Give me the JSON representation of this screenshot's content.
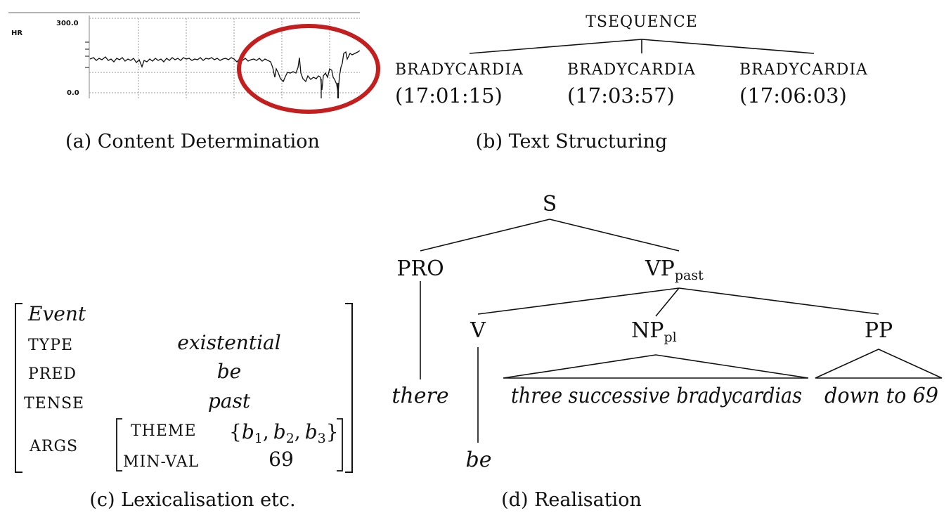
{
  "panel_a": {
    "caption": "(a) Content Determination",
    "hr_label": "HR",
    "y_max_label": "300.0",
    "y_min_label": "0.0",
    "highlight_color": "#c41e1e"
  },
  "panel_b": {
    "caption": "(b) Text Structuring",
    "root": "TSEQUENCE",
    "children": [
      {
        "label": "BRADYCARDIA",
        "time": "(17:01:15)"
      },
      {
        "label": "BRADYCARDIA",
        "time": "(17:03:57)"
      },
      {
        "label": "BRADYCARDIA",
        "time": "(17:06:03)"
      }
    ]
  },
  "panel_c": {
    "caption": "(c) Lexicalisation etc.",
    "type_name": "Event",
    "rows": [
      {
        "feature": "TYPE",
        "value": "existential"
      },
      {
        "feature": "PRED",
        "value": "be"
      },
      {
        "feature": "TENSE",
        "value": "past"
      }
    ],
    "args_label": "ARGS",
    "args": {
      "theme_feature": "THEME",
      "theme_open": "{",
      "theme_b": "b",
      "theme_sub1": "1",
      "theme_sub2": "2",
      "theme_sub3": "3",
      "theme_sep": ",",
      "theme_close": "}",
      "minval_feature": "MIN-VAL",
      "minval_value": "69"
    }
  },
  "panel_d": {
    "caption": "(d) Realisation",
    "s": "S",
    "pro": "PRO",
    "vp": "VP",
    "vp_sub": "past",
    "v": "V",
    "np": "NP",
    "np_sub": "pl",
    "pp": "PP",
    "there": "there",
    "be": "be",
    "np_text": "three successive bradycardias",
    "pp_text": "down to 69"
  }
}
